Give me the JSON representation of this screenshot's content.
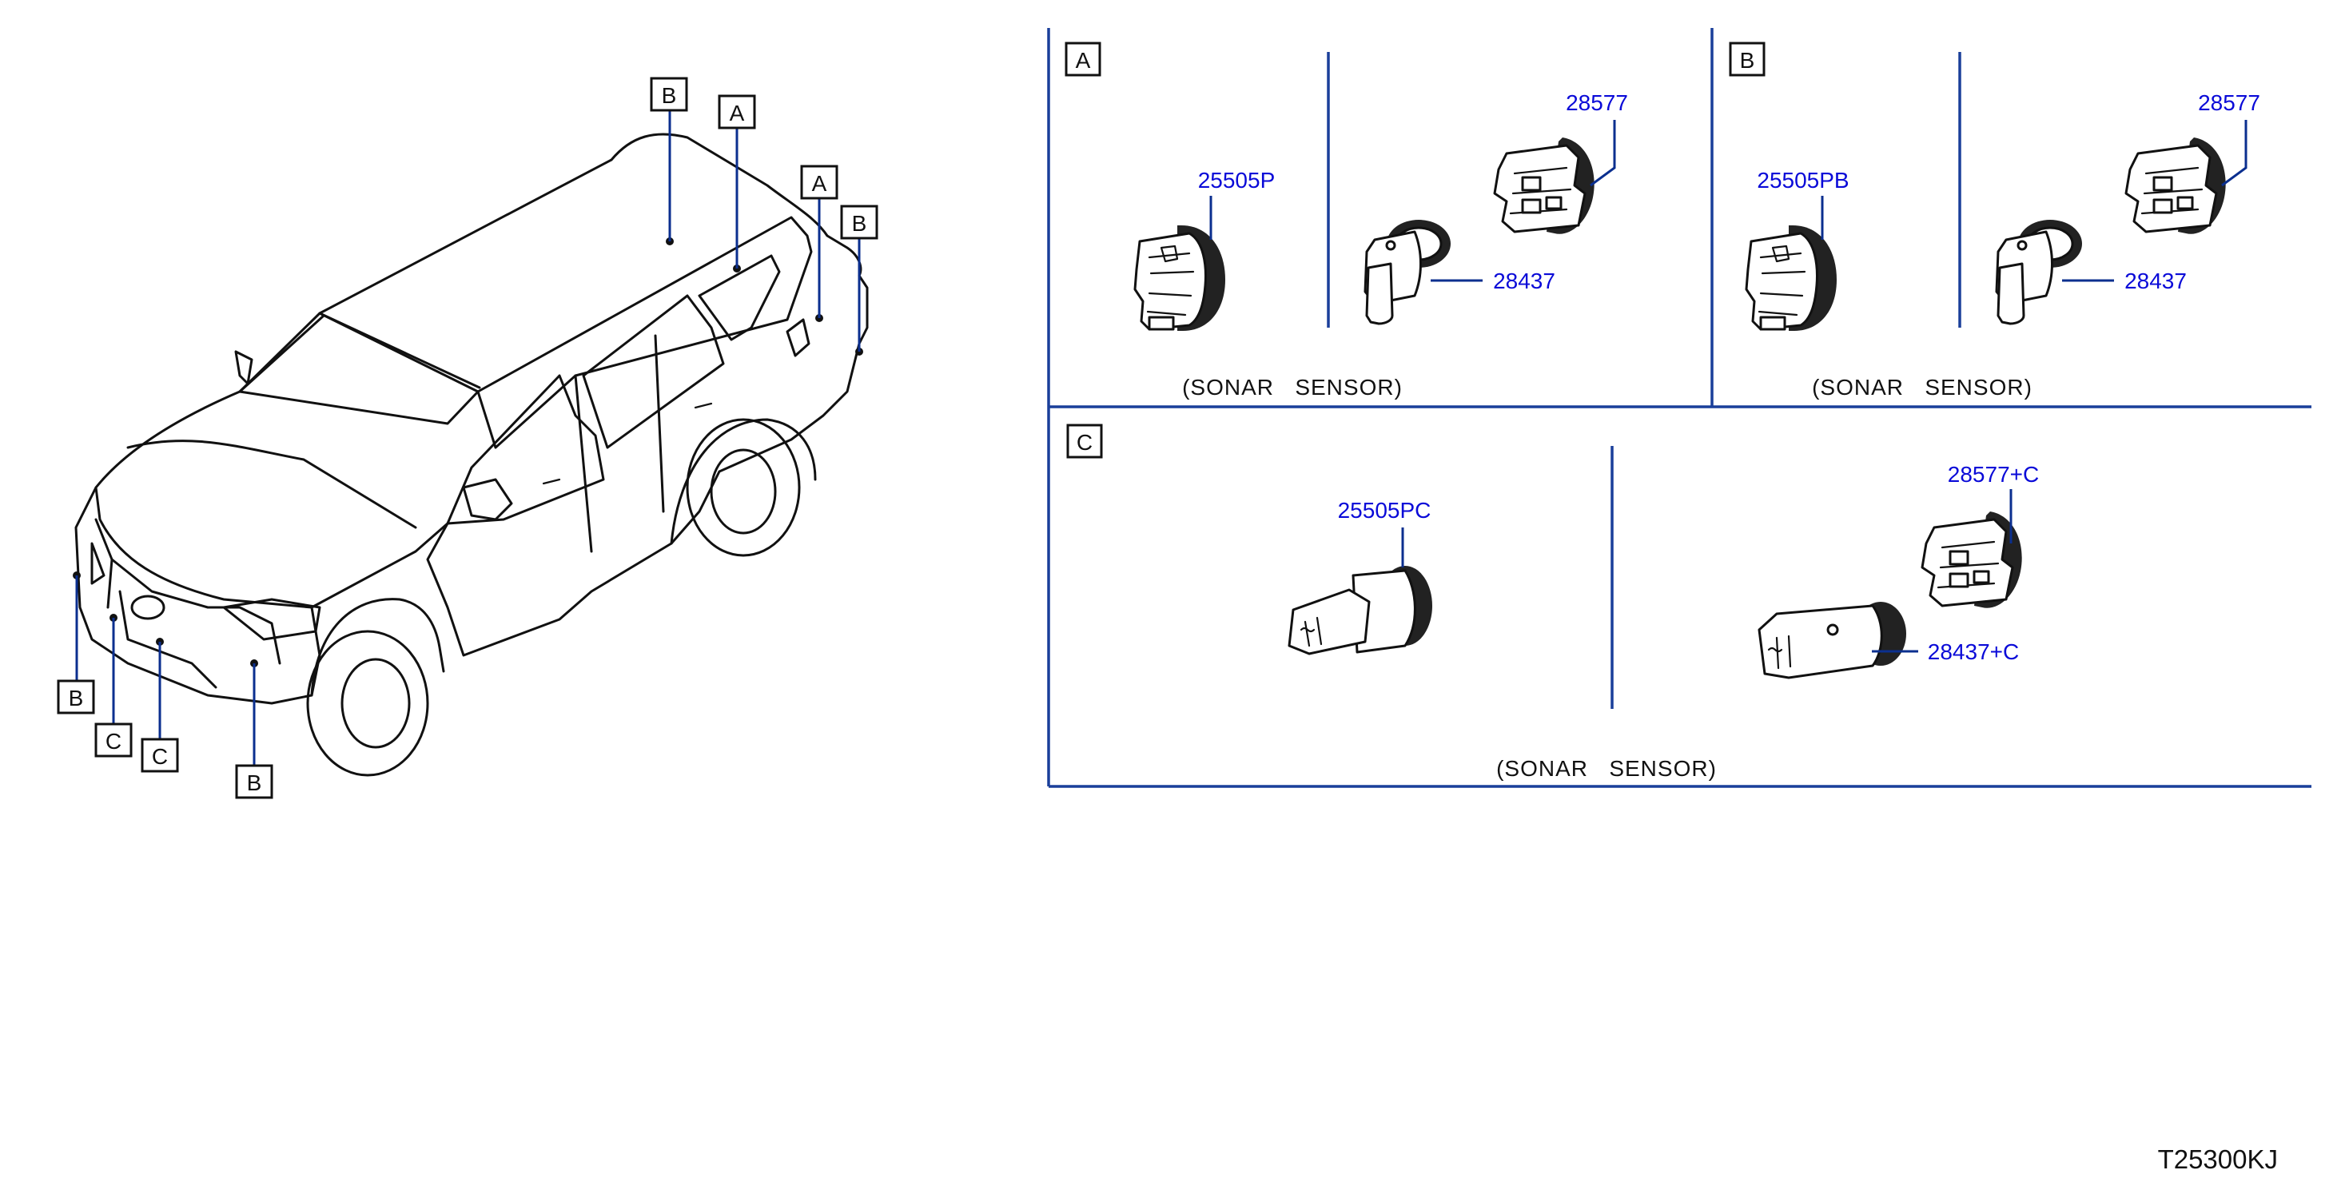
{
  "diagram_code": "T25300KJ",
  "vehicle_callouts": [
    "B",
    "A",
    "A",
    "B",
    "B",
    "C",
    "C",
    "B"
  ],
  "panels": {
    "A": {
      "letter": "A",
      "caption": "(SONAR   SENSOR)",
      "parts": [
        "25505P",
        "28577",
        "28437"
      ]
    },
    "B": {
      "letter": "B",
      "caption": "(SONAR   SENSOR)",
      "parts": [
        "25505PB",
        "28577",
        "28437"
      ]
    },
    "C": {
      "letter": "C",
      "caption": "(SONAR   SENSOR)",
      "parts": [
        "25505PC",
        "28577+C",
        "28437+C"
      ]
    }
  },
  "colors": {
    "part_number": "#0a0ad8",
    "leader_line": "#0b2f8f",
    "panel_border": "#1a3f9a",
    "line_art": "#111111"
  }
}
